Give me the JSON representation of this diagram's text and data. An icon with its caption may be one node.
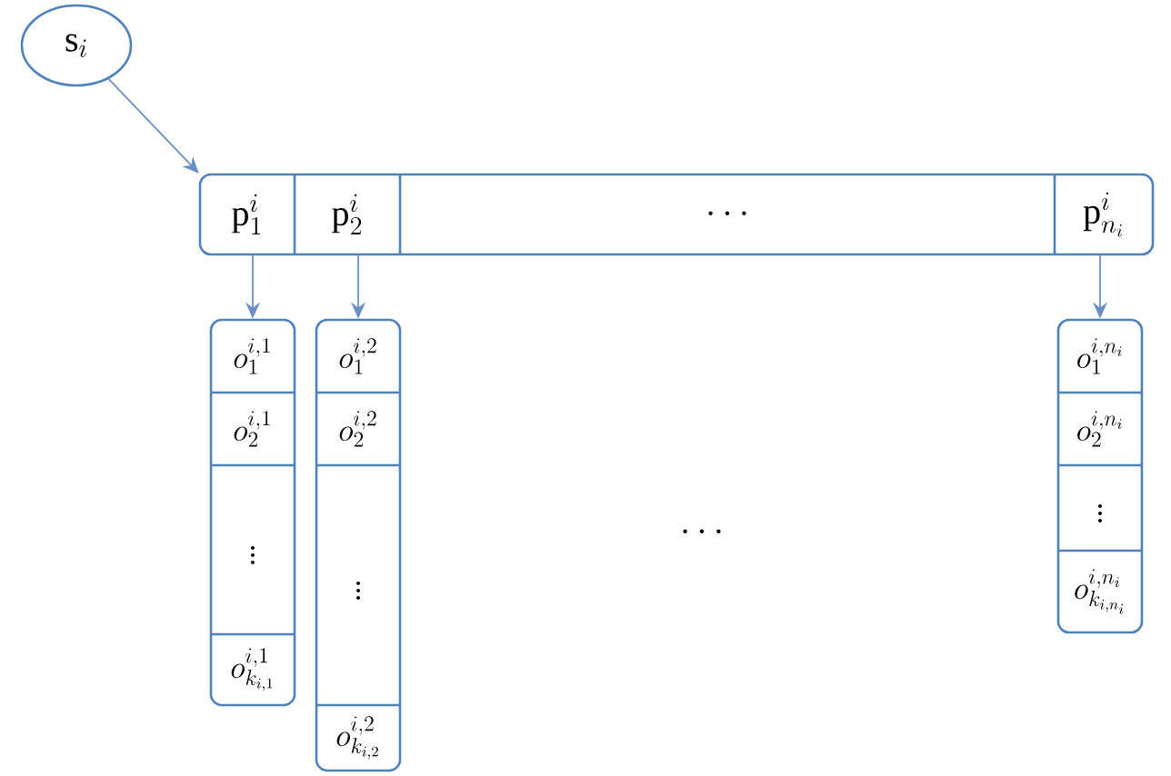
{
  "diagram": {
    "nodes": [
      {
        "text": [
          "\\mathrm{s}_{i}"
        ]
      },
      {
        "text": [],
        "shape": "box"
      },
      {
        "text": [
          "\\mathrm{p}_{1}^{i}"
        ],
        "in": 1
      },
      {
        "text": [
          "\\mathrm{p}_{2}^{i}"
        ],
        "in": 1
      },
      {
        "text": [
          "\\cdots"
        ],
        "in": 1
      },
      {
        "text": [
          "\\mathrm{p}_{n_i}^{i}"
        ],
        "in": 1
      },
      {
        "text": [],
        "shape": "box"
      },
      {
        "text": [
          "o_{1}^{i,1}"
        ],
        "in": 6
      },
      {
        "text": [
          "o_{2}^{i,1}"
        ],
        "in": 6
      },
      {
        "text": [
          "\\vdots"
        ],
        "in": 6
      },
      {
        "text": [
          "o_{k_{i,1}}^{i,1}"
        ],
        "in": 6
      },
      {
        "text": [],
        "shape": "box"
      },
      {
        "text": [
          "o_{1}^{i,2}"
        ],
        "in": 11
      },
      {
        "text": [
          "o_{2}^{i,2}"
        ],
        "in": 11
      },
      {
        "text": [
          "\\vdots"
        ],
        "in": 11
      },
      {
        "text": [
          "o_{k_{i,2}}^{i,2}"
        ],
        "in": 11
      },
      {
        "text": [],
        "shape": "box"
      },
      {
        "text": [
          "o_{1}^{i,n_i}"
        ],
        "in": 16
      },
      {
        "text": [
          "o_{2}^{i,n_i}"
        ],
        "in": 16
      },
      {
        "text": [
          "\\vdots"
        ],
        "in": 16
      },
      {
        "text": [
          "o_{k_{i,n_i}}^{i,n_i}"
        ],
        "in": 16
      }
    ],
    "edges": [
      {
        "from": 0,
        "to": 1,
        "arrow": "to"
      },
      {
        "from": 2,
        "to": 6,
        "arrow": "to"
      },
      {
        "from": 3,
        "to": 11,
        "arrow": "to"
      },
      {
        "from": 5,
        "to": 16,
        "arrow": "to"
      }
    ],
    "labels": [
      "\\cdots"
    ]
  }
}
